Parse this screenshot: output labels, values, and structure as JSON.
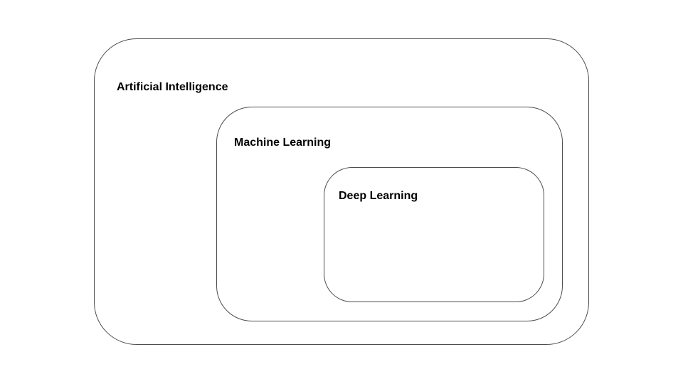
{
  "diagram": {
    "type": "nested-rounded-rectangles",
    "background_color": "#ffffff",
    "border_color": "#4d4d4d",
    "label_color": "#000000",
    "nodes": [
      {
        "id": "artificial-intelligence",
        "label": "Artificial Intelligence",
        "level": 1
      },
      {
        "id": "machine-learning",
        "label": "Machine Learning",
        "level": 2,
        "parent": "artificial-intelligence"
      },
      {
        "id": "deep-learning",
        "label": "Deep Learning",
        "level": 3,
        "parent": "machine-learning"
      }
    ]
  }
}
